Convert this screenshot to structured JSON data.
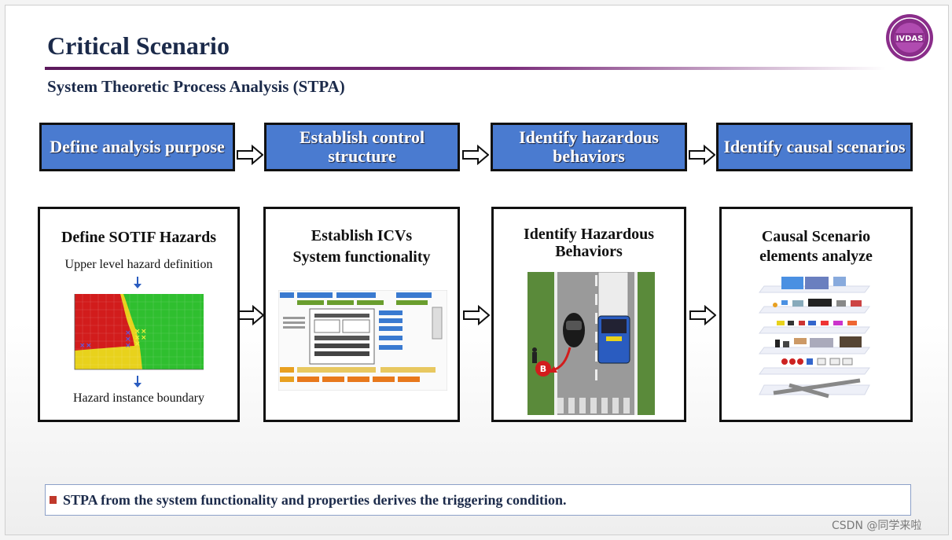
{
  "title": "Critical Scenario",
  "subtitle": "System Theoretic Process Analysis (STPA)",
  "logo_text": "IVDAS",
  "steps": [
    {
      "label": "Define analysis purpose"
    },
    {
      "label": "Establish control structure"
    },
    {
      "label": "Identify hazardous behaviors"
    },
    {
      "label": "Identify causal scenarios"
    }
  ],
  "panels": [
    {
      "title": "Define SOTIF Hazards",
      "top_note": "Upper level hazard definition",
      "bottom_note": "Hazard instance boundary"
    },
    {
      "title_line1": "Establish ICVs",
      "title_line2": "System functionality"
    },
    {
      "title_line1": "Identify Hazardous",
      "title_line2": "Behaviors",
      "marker": "B"
    },
    {
      "title_line1": "Causal Scenario",
      "title_line2": "elements analyze"
    }
  ],
  "footer": "STPA from the system functionality and properties derives the triggering condition.",
  "watermark": "CSDN @同学来啦",
  "colors": {
    "step_fill": "#4a7bd0",
    "title": "#1b2a4a",
    "accent": "#7a2c7a",
    "hazard_red": "#d21c1c",
    "safe_green": "#2fbf2f",
    "boundary_yellow": "#e8d21c"
  }
}
